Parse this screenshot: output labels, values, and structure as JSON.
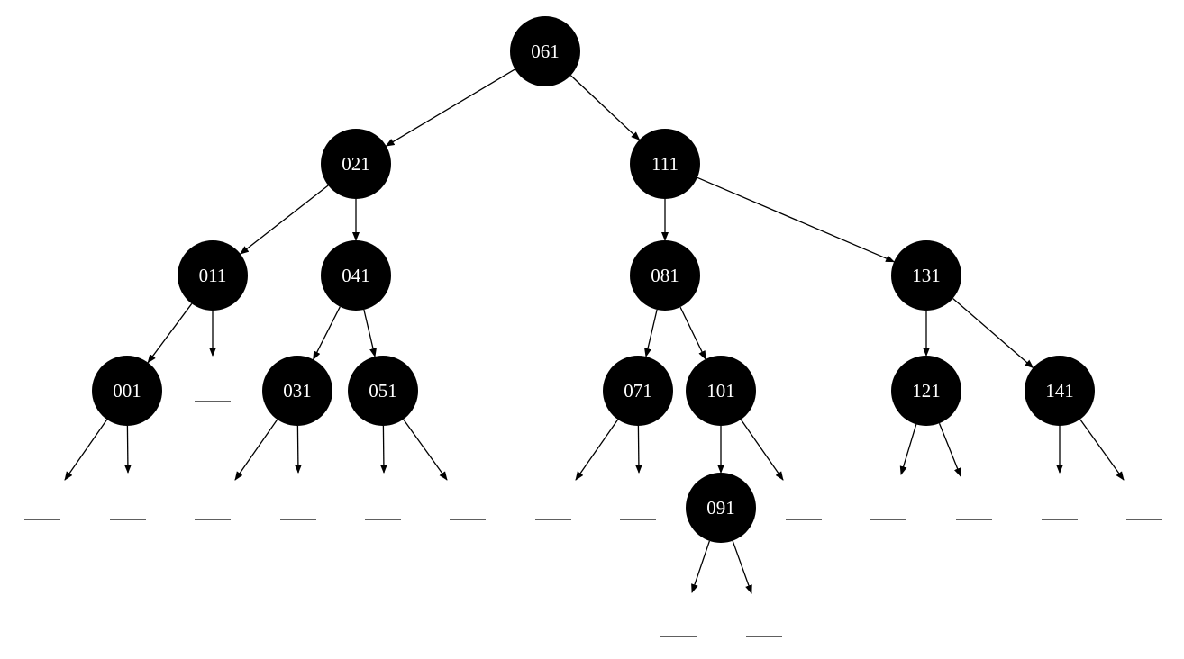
{
  "diagram": {
    "node_color": "#000000",
    "label_color": "#ffffff",
    "nodes": [
      {
        "id": "n061",
        "label": "061"
      },
      {
        "id": "n021",
        "label": "021"
      },
      {
        "id": "n111",
        "label": "111"
      },
      {
        "id": "n011",
        "label": "011"
      },
      {
        "id": "n041",
        "label": "041"
      },
      {
        "id": "n081",
        "label": "081"
      },
      {
        "id": "n131",
        "label": "131"
      },
      {
        "id": "n001",
        "label": "001"
      },
      {
        "id": "n031",
        "label": "031"
      },
      {
        "id": "n051",
        "label": "051"
      },
      {
        "id": "n071",
        "label": "071"
      },
      {
        "id": "n101",
        "label": "101"
      },
      {
        "id": "n121",
        "label": "121"
      },
      {
        "id": "n141",
        "label": "141"
      },
      {
        "id": "n091",
        "label": "091"
      }
    ],
    "edges": [
      {
        "from": "n061",
        "to": "n021"
      },
      {
        "from": "n061",
        "to": "n111"
      },
      {
        "from": "n021",
        "to": "n011"
      },
      {
        "from": "n021",
        "to": "n041"
      },
      {
        "from": "n111",
        "to": "n081"
      },
      {
        "from": "n111",
        "to": "n131"
      },
      {
        "from": "n011",
        "to": "n001"
      },
      {
        "from": "n011",
        "to": "null-011-right"
      },
      {
        "from": "n041",
        "to": "n031"
      },
      {
        "from": "n041",
        "to": "n051"
      },
      {
        "from": "n081",
        "to": "n071"
      },
      {
        "from": "n081",
        "to": "n101"
      },
      {
        "from": "n131",
        "to": "n121"
      },
      {
        "from": "n131",
        "to": "n141"
      },
      {
        "from": "n001",
        "to": "null-001-left"
      },
      {
        "from": "n001",
        "to": "null-001-right"
      },
      {
        "from": "n031",
        "to": "null-031-left"
      },
      {
        "from": "n031",
        "to": "null-031-right"
      },
      {
        "from": "n051",
        "to": "null-051-left"
      },
      {
        "from": "n051",
        "to": "null-051-right"
      },
      {
        "from": "n071",
        "to": "null-071-left"
      },
      {
        "from": "n071",
        "to": "null-071-right"
      },
      {
        "from": "n101",
        "to": "n091"
      },
      {
        "from": "n101",
        "to": "null-101-right"
      },
      {
        "from": "n121",
        "to": "null-121-left"
      },
      {
        "from": "n121",
        "to": "null-121-right"
      },
      {
        "from": "n141",
        "to": "null-141-left"
      },
      {
        "from": "n141",
        "to": "null-141-right"
      },
      {
        "from": "n091",
        "to": "null-091-left"
      },
      {
        "from": "n091",
        "to": "null-091-right"
      }
    ]
  }
}
